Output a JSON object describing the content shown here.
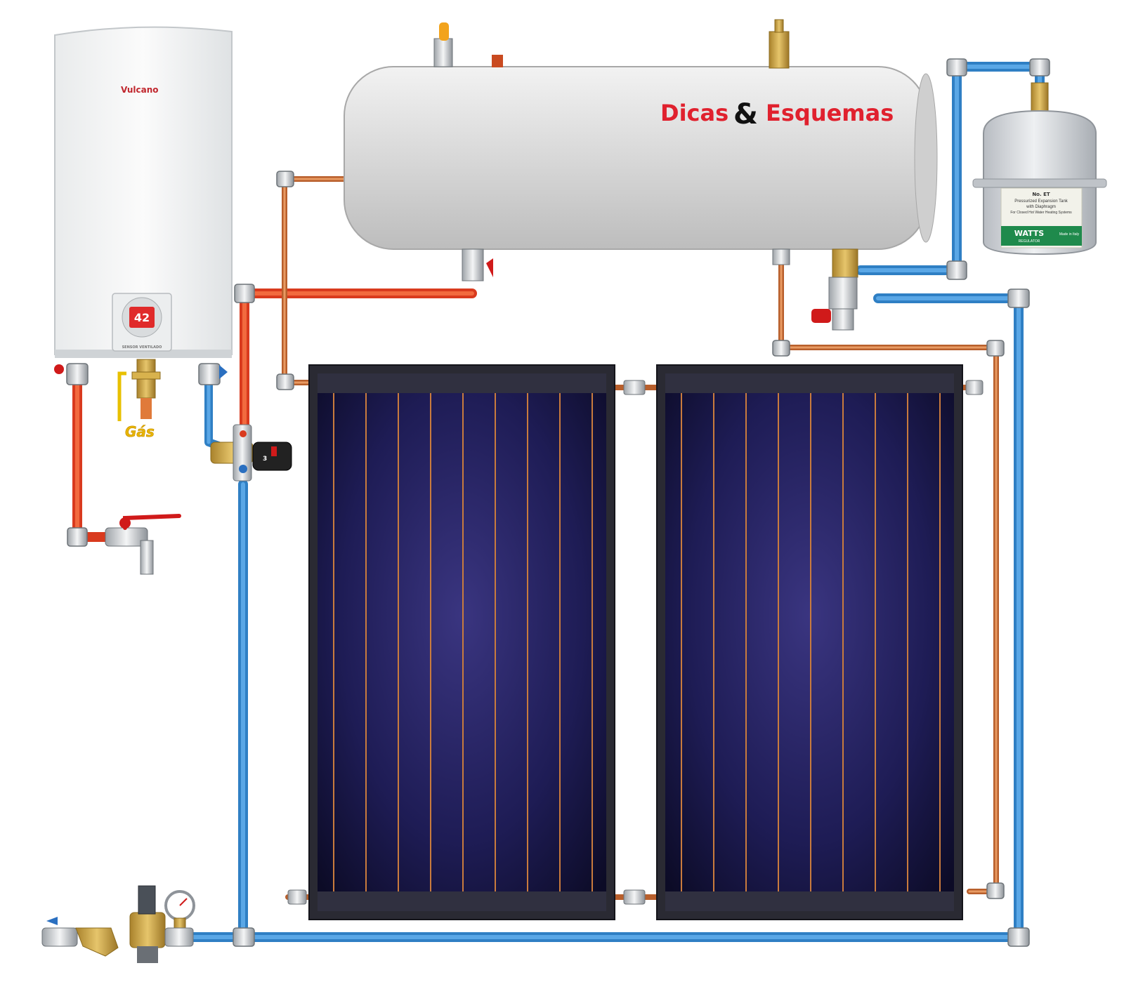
{
  "diagram": {
    "title_part1": "Dicas",
    "title_amp": "&",
    "title_part2": "Esquemas",
    "gas_label": "Gás",
    "heater_brand": "Vulcano",
    "heater_display_value": "42",
    "heater_panel_text": "SENSOR VENTILADO",
    "tank_no": "No. ET",
    "tank_line1": "Pressurized Expansion Tank",
    "tank_line2": "with Diaphragm",
    "tank_line3": "For Closed Hot Water Heating Systems",
    "tank_brand": "WATTS",
    "tank_brand_sub": "REGULATOR",
    "tank_made_in": "Made in Italy",
    "mixer_scale": "3",
    "colors": {
      "hot_pipe": "#e8462a",
      "cold_pipe": "#3b8fd6",
      "copper_pipe": "#d4783f",
      "brass": "#c9a44a",
      "panel_frame": "#2a2a33",
      "panel_glass": "#1c1a4a",
      "title_red": "#e0212e"
    }
  }
}
